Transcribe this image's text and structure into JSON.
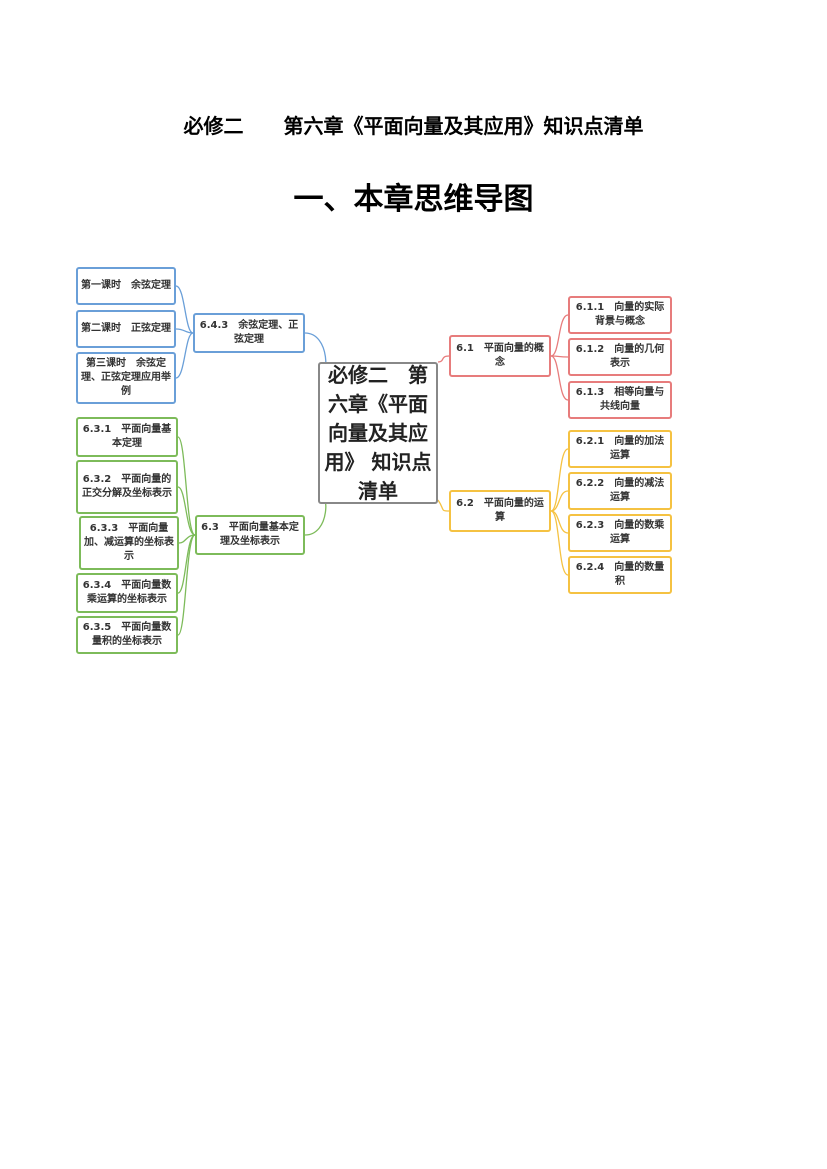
{
  "title": "必修二　　第六章《平面向量及其应用》知识点清单",
  "section": "一、本章思维导图",
  "mindmap": {
    "root": "必修二　第六章《平面向量及其应用》 知识点清单",
    "b643": {
      "label": "6.4.3　余弦定理、正弦定理",
      "children": [
        "第一课时　余弦定理",
        "第二课时　正弦定理",
        "第三课时　余弦定理、正弦定理应用举例"
      ]
    },
    "b63": {
      "label": "6.3　平面向量基本定理及坐标表示",
      "children": [
        "6.3.1　平面向量基本定理",
        "6.3.2　平面向量的正交分解及坐标表示",
        "6.3.3　平面向量加、减运算的坐标表示",
        "6.3.4　平面向量数乘运算的坐标表示",
        "6.3.5　平面向量数量积的坐标表示"
      ]
    },
    "b61": {
      "label": "6.1　平面向量的概念",
      "children": [
        "6.1.1　向量的实际背景与概念",
        "6.1.2　向量的几何表示",
        "6.1.3　相等向量与共线向量"
      ]
    },
    "b62": {
      "label": "6.2　平面向量的运算",
      "children": [
        "6.2.1　向量的加法运算",
        "6.2.2　向量的减法运算",
        "6.2.3　向量的数乘运算",
        "6.2.4　向量的数量积"
      ]
    }
  },
  "colors": {
    "blue": "#6a9fd8",
    "green": "#7dbb5a",
    "red": "#e77c7c",
    "orange": "#f5c242"
  }
}
